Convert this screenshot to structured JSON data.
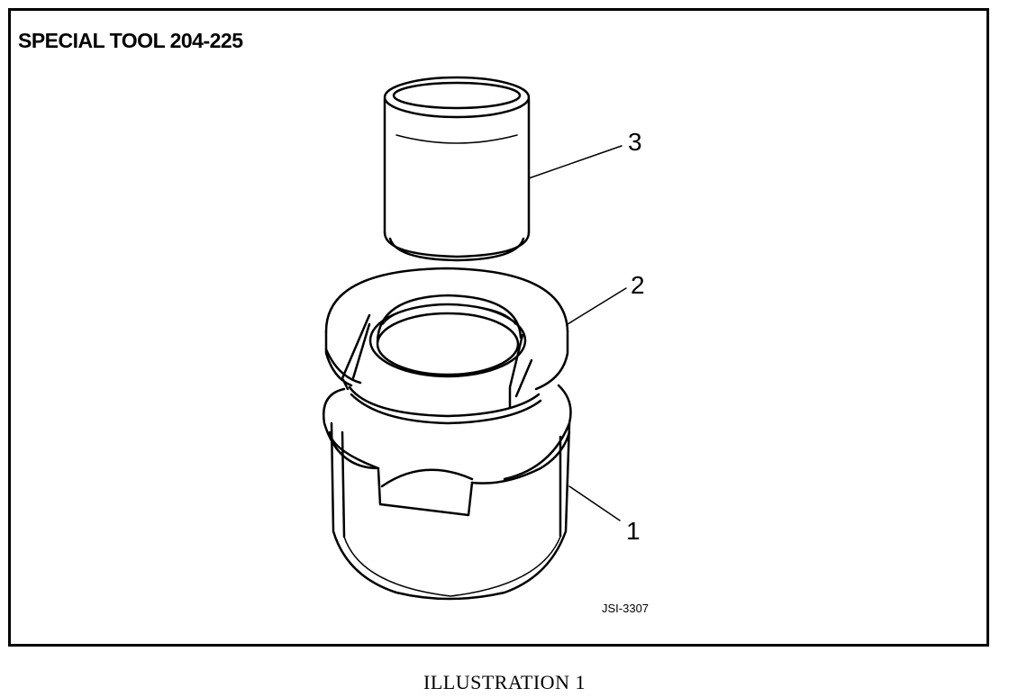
{
  "diagram": {
    "title": "SPECIAL TOOL 204-225",
    "callouts": {
      "c1": "1",
      "c2": "2",
      "c3": "3"
    },
    "figure_code": "JSI-3307",
    "caption": "ILLUSTRATION 1"
  }
}
